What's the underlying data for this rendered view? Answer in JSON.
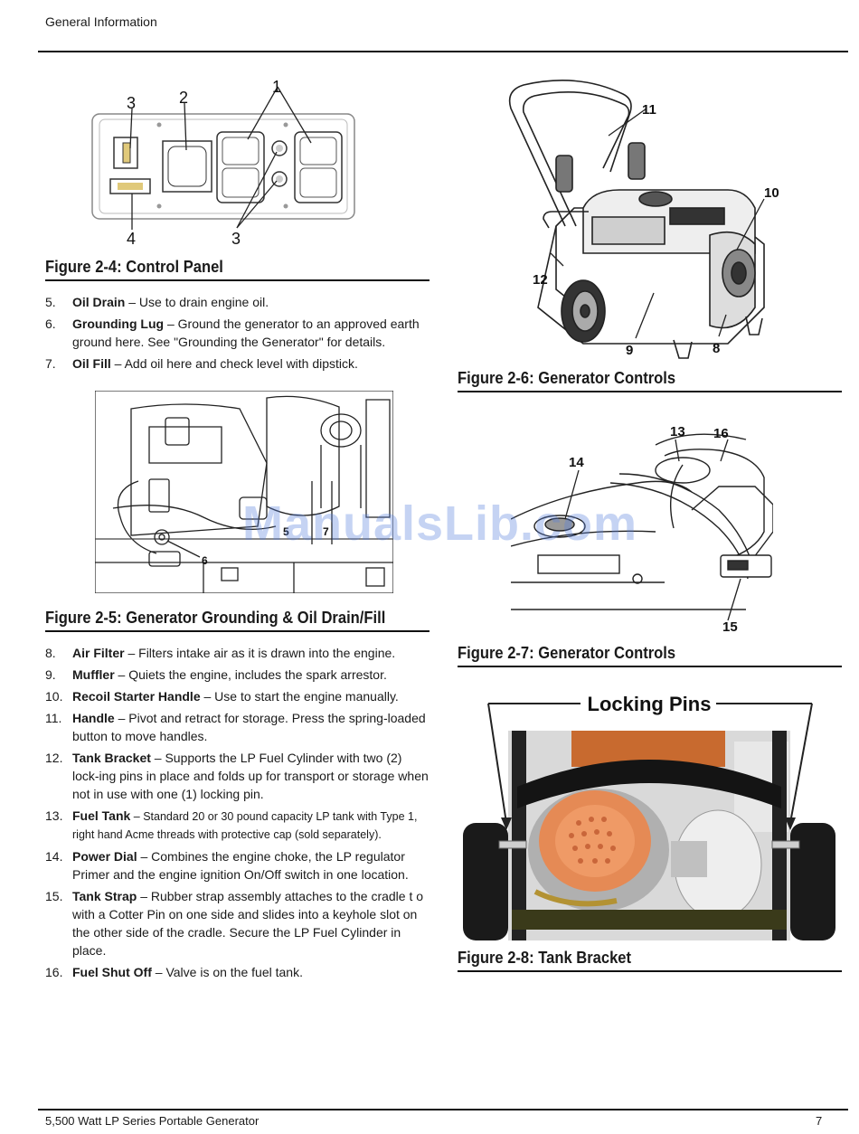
{
  "header": {
    "section": "General Information"
  },
  "footer": {
    "title": "5,500 Watt LP Series Portable Generator",
    "page": "7"
  },
  "figures": {
    "fig24": {
      "caption": "Figure 2-4: Control Panel",
      "callouts": [
        "1",
        "2",
        "3",
        "3",
        "4"
      ]
    },
    "fig25": {
      "caption": "Figure 2-5: Generator Grounding & Oil Drain/Fill",
      "callouts": [
        "5",
        "6",
        "7"
      ]
    },
    "fig26": {
      "caption": "Figure 2-6: Generator Controls",
      "callouts": [
        "8",
        "9",
        "10",
        "11",
        "12"
      ]
    },
    "fig27": {
      "caption": "Figure 2-7: Generator Controls",
      "callouts": [
        "13",
        "14",
        "15",
        "16"
      ]
    },
    "fig28": {
      "caption": "Figure 2-8: Tank Bracket",
      "title": "Locking Pins"
    }
  },
  "list_a": [
    {
      "num": "5.",
      "term": "Oil Drain",
      "text": " – Use to drain engine oil."
    },
    {
      "num": "6.",
      "term": "Grounding Lug",
      "text": " – Ground the generator to an approved earth ground here. See \"Grounding the Generator\" for details."
    },
    {
      "num": "7.",
      "term": "Oil Fill",
      "text": " – Add oil here and check level with dipstick."
    }
  ],
  "list_b": [
    {
      "num": "8.",
      "term": "Air Filter",
      "text": " – Filters intake air as it is drawn into the engine."
    },
    {
      "num": "9.",
      "term": "Muffler",
      "text": " – Quiets the engine, includes the spark arrestor."
    },
    {
      "num": "10.",
      "term": "Recoil Starter Handle",
      "text": " – Use to start the engine manually."
    },
    {
      "num": "11.",
      "term": "Handle",
      "text": " – Pivot and retract for storage. Press the spring-loaded button to move handles."
    },
    {
      "num": "12.",
      "term": "Tank Bracket",
      "text": " – Supports the LP Fuel Cylinder with two (2) lock-ing pins in place and folds up for transport or storage when not in use with one (1) locking pin."
    },
    {
      "num": "13.",
      "term": "Fuel Tank",
      "text": " – Standard 20 or 30 pound capacity LP tank with Type 1, right hand Acme threads with protective cap (sold separately)."
    },
    {
      "num": "14.",
      "term": "Power Dial",
      "text": " – Combines the engine choke, the LP regulator Primer and the engine ignition On/Off switch in one location."
    },
    {
      "num": "15.",
      "term": "Tank Strap",
      "text": " – Rubber strap assembly attaches to the cradle t o with a Cotter Pin on one side and slides into a keyhole slot on the other side of the cradle. Secure the LP Fuel Cylinder in place."
    },
    {
      "num": "16.",
      "term": "Fuel Shut Off",
      "text": " – Valve is on the fuel tank."
    }
  ],
  "watermark": "ManualsLib.com"
}
